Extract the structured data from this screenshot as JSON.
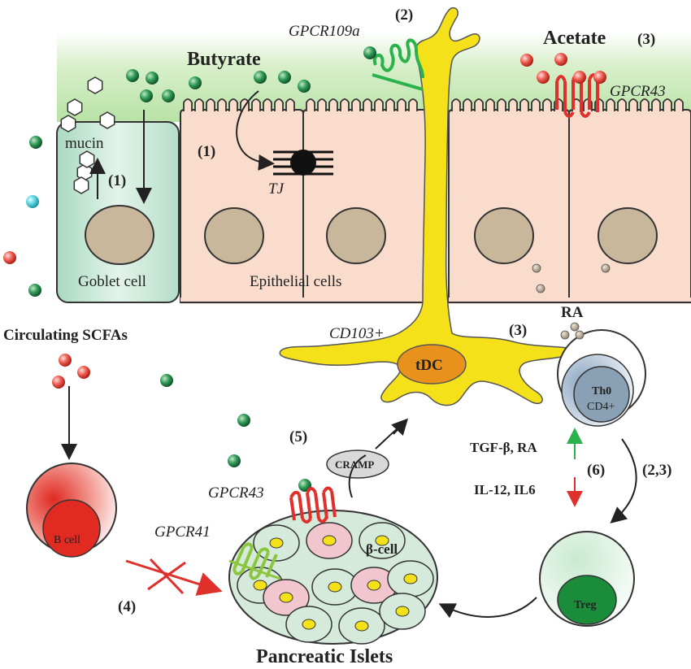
{
  "labels": {
    "gpcr109a": "GPCR109a",
    "step2_top": "(2)",
    "acetate": "Acetate",
    "step3_top": "(3)",
    "butyrate": "Butyrate",
    "gpcr43_top": "GPCR43",
    "mucin": "mucin",
    "step1_goblet": "(1)",
    "step1_tj": "(1)",
    "tj": "TJ",
    "goblet_cell": "Goblet cell",
    "epithelial_cells": "Epithelial cells",
    "circulating_scfas": "Circulating SCFAs",
    "cd103": "CD103+",
    "tdc": "tDC",
    "step3_ra": "(3)",
    "ra": "RA",
    "th0": "Th0",
    "cd4": "CD4+",
    "tgf_ra": "TGF-β, RA",
    "il12_il6": "IL-12, IL6",
    "step6": "(6)",
    "step23": "(2,3)",
    "step5": "(5)",
    "cramp": "CRAMP",
    "gpcr43_islet": "GPCR43",
    "gpcr41": "GPCR41",
    "beta_cell": "β-cell",
    "b_cell": "B cell",
    "step4": "(4)",
    "treg": "Treg",
    "pancreatic_islets": "Pancreatic Islets"
  },
  "colors": {
    "butyrate": "#1f7a3e",
    "acetate": "#e0302c",
    "propionate": "#3ec6d6",
    "tdc": "#f5e11a",
    "goblet": "#cfe9dc",
    "epithelial": "#f9dccb",
    "lumen": "#d8efc9",
    "treg": "#1b8c3a",
    "bcell": "#e02a22",
    "gpcr_green": "#2bb24c",
    "gpcr_red": "#e0302c",
    "gpcr41": "#8cc63f"
  }
}
